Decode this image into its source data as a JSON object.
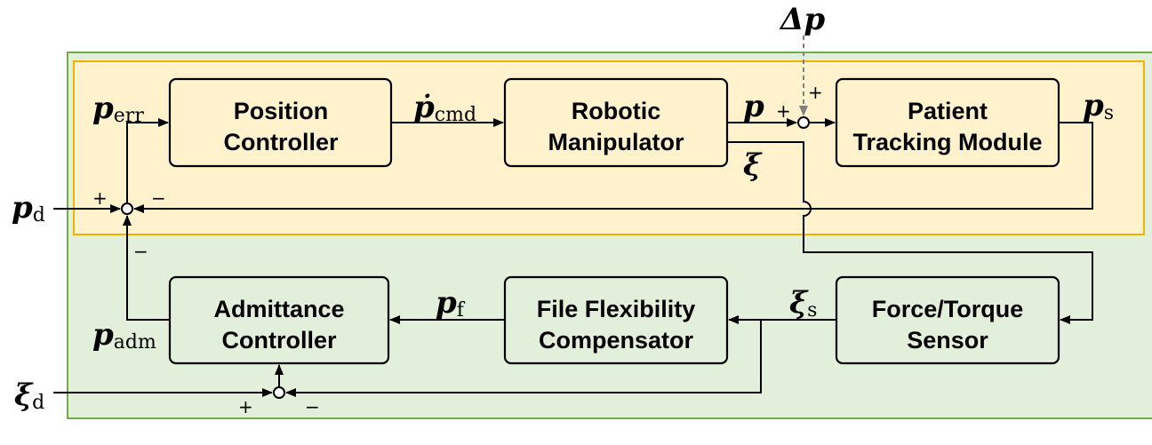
{
  "blocks": {
    "position_controller": [
      "Position",
      "Controller"
    ],
    "robotic_manipulator": [
      "Robotic",
      "Manipulator"
    ],
    "patient_tracking": [
      "Patient",
      "Tracking Module"
    ],
    "admittance_controller": [
      "Admittance",
      "Controller"
    ],
    "file_flexibility": [
      "File Flexibility",
      "Compensator"
    ],
    "force_torque_sensor": [
      "Force/Torque",
      "Sensor"
    ]
  },
  "signals": {
    "p_err": {
      "sym": "p",
      "sub": "err"
    },
    "p_cmd": {
      "sym": "ṗ",
      "sub": "cmd"
    },
    "p": {
      "sym": "p"
    },
    "delta_p": {
      "sym": "Δp"
    },
    "p_s": {
      "sym": "p",
      "sub": "s"
    },
    "p_d": {
      "sym": "p",
      "sub": "d"
    },
    "xi": {
      "sym": "ξ"
    },
    "xi_s": {
      "sym": "ξ",
      "sub": "s"
    },
    "p_f": {
      "sym": "p",
      "sub": "f"
    },
    "p_adm": {
      "sym": "p",
      "sub": "adm"
    },
    "xi_d": {
      "sym": "ξ",
      "sub": "d"
    }
  },
  "signs": {
    "plus": "+",
    "minus": "−"
  },
  "colors": {
    "outer_fill": "#e2efda",
    "outer_stroke": "#70ad47",
    "inner_fill": "#fff2cc",
    "inner_stroke": "#f0b400",
    "dashed": "#808080"
  }
}
